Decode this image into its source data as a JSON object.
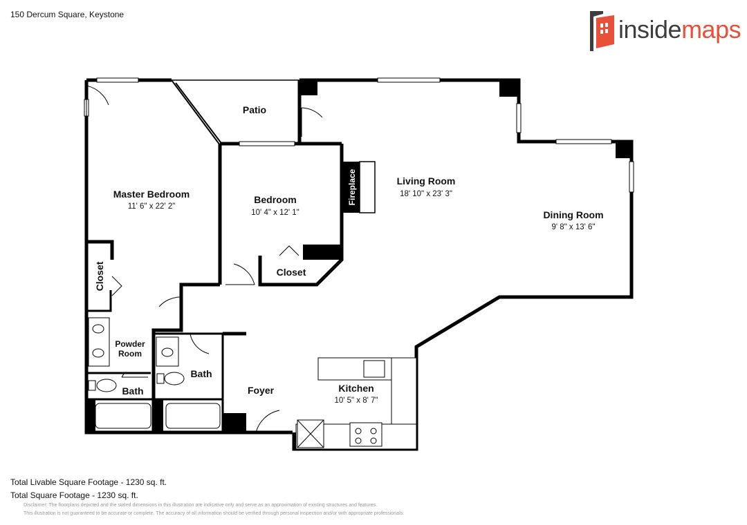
{
  "address": "150 Dercum Square, Keystone",
  "logo": {
    "word1": "inside",
    "word2": "maps",
    "brand_color": "#e8503a",
    "text_color": "#3d3d3d"
  },
  "rooms": {
    "patio": {
      "name": "Patio"
    },
    "master_bedroom": {
      "name": "Master Bedroom",
      "dims": "11' 6\" x 22' 2\""
    },
    "bedroom": {
      "name": "Bedroom",
      "dims": "10' 4\" x 12' 1\""
    },
    "living_room": {
      "name": "Living Room",
      "dims": "18' 10\" x 23' 3\""
    },
    "dining_room": {
      "name": "Dining Room",
      "dims": "9' 8\" x 13' 6\""
    },
    "fireplace": {
      "name": "Fireplace"
    },
    "closet_master": {
      "name": "Closet"
    },
    "closet_bedroom": {
      "name": "Closet"
    },
    "powder_room": {
      "name_line1": "Powder",
      "name_line2": "Room"
    },
    "bath_left": {
      "name": "Bath"
    },
    "bath_right": {
      "name": "Bath"
    },
    "foyer": {
      "name": "Foyer"
    },
    "kitchen": {
      "name": "Kitchen",
      "dims": "10' 5\" x 8' 7\""
    }
  },
  "footer": {
    "livable": "Total Livable Square Footage - 1230 sq. ft.",
    "total": "Total Square Footage - 1230 sq. ft.",
    "disclaimer1": "Disclaimer: The floorplans depicted and the stated dimensions in this illustration are indicative only and serve as an approximation of existing structures and features.",
    "disclaimer2": "This illustration is not guaranteed to be accurate or complete. The accuracy of all information should be verified through personal inspection and/or with appropriate professionals."
  }
}
